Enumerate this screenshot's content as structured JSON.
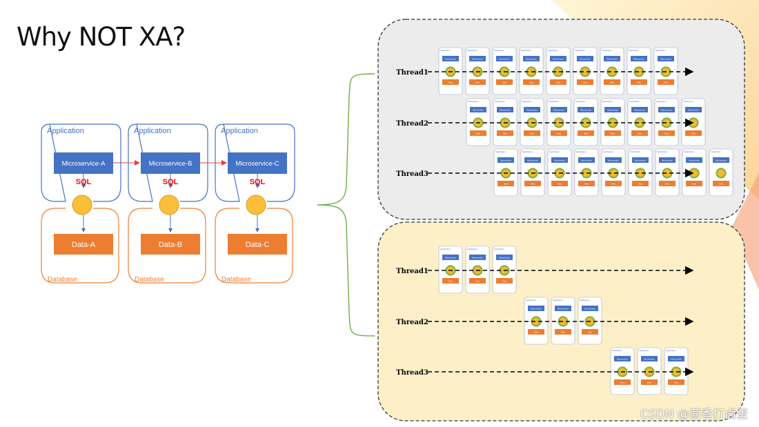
{
  "title": "Why NOT XA?",
  "architecture": {
    "columns": [
      {
        "application_label": "Application",
        "service_label": "Microservice-A",
        "sql_label": "SQL",
        "data_label": "Data-A",
        "database_label": "Database"
      },
      {
        "application_label": "Application",
        "service_label": "Microservice-B",
        "sql_label": "SQL",
        "data_label": "Data-B",
        "database_label": "Database"
      },
      {
        "application_label": "Application",
        "service_label": "Microservice-C",
        "sql_label": "SQL",
        "data_label": "Data-C",
        "database_label": "Database"
      }
    ]
  },
  "xa_panel": {
    "threads": [
      {
        "label": "Thread1",
        "unit_count": 9
      },
      {
        "label": "Thread2",
        "unit_count": 9
      },
      {
        "label": "Thread3",
        "unit_count": 9
      }
    ]
  },
  "non_xa_panel": {
    "threads": [
      {
        "label": "Thread1",
        "unit_count": 3
      },
      {
        "label": "Thread2",
        "unit_count": 3
      },
      {
        "label": "Thread3",
        "unit_count": 3
      }
    ]
  },
  "mini_unit_labels": {
    "application": "Application",
    "service": "Microservice",
    "data": "Data"
  },
  "colors": {
    "application_border": "#4472c4",
    "database_border": "#ed7d31",
    "service_fill": "#4472c4",
    "data_fill": "#ed7d31",
    "connector_fill": "#fbbf3a",
    "sql_text": "#ff0000",
    "xa_panel_fill": "#ececec",
    "non_xa_panel_fill": "#fdf0c8",
    "brace": "#70ad47",
    "mini_ring": "#7cb342"
  },
  "watermark": "CSDN @茴香打卤蛋"
}
